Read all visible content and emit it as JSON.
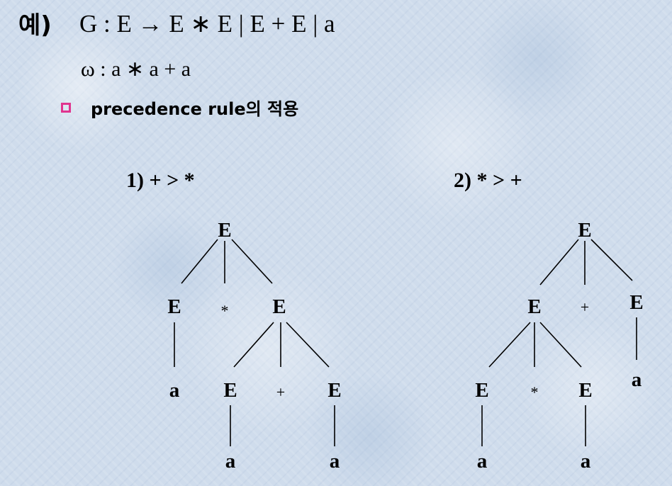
{
  "example": {
    "label": "예)",
    "grammar": "G :  E → E ∗ E | E + E | a",
    "string": "ω :  a ∗ a + a"
  },
  "bullet": {
    "marker_color": "#e0358f",
    "text": "precedence rule의 적용"
  },
  "case1": {
    "title": "1) + > *",
    "nodes": {
      "root": "E",
      "left": "E",
      "op_star": "*",
      "right": "E",
      "left_leaf": "a",
      "right_left": "E",
      "op_plus": "+",
      "right_right": "E",
      "right_left_leaf": "a",
      "right_right_leaf": "a"
    }
  },
  "case2": {
    "title": "2) * > +",
    "nodes": {
      "root": "E",
      "left": "E",
      "op_plus": "+",
      "right": "E",
      "left_left": "E",
      "op_star": "*",
      "left_right": "E",
      "right_leaf": "a",
      "left_left_leaf": "a",
      "left_right_leaf": "a"
    }
  }
}
